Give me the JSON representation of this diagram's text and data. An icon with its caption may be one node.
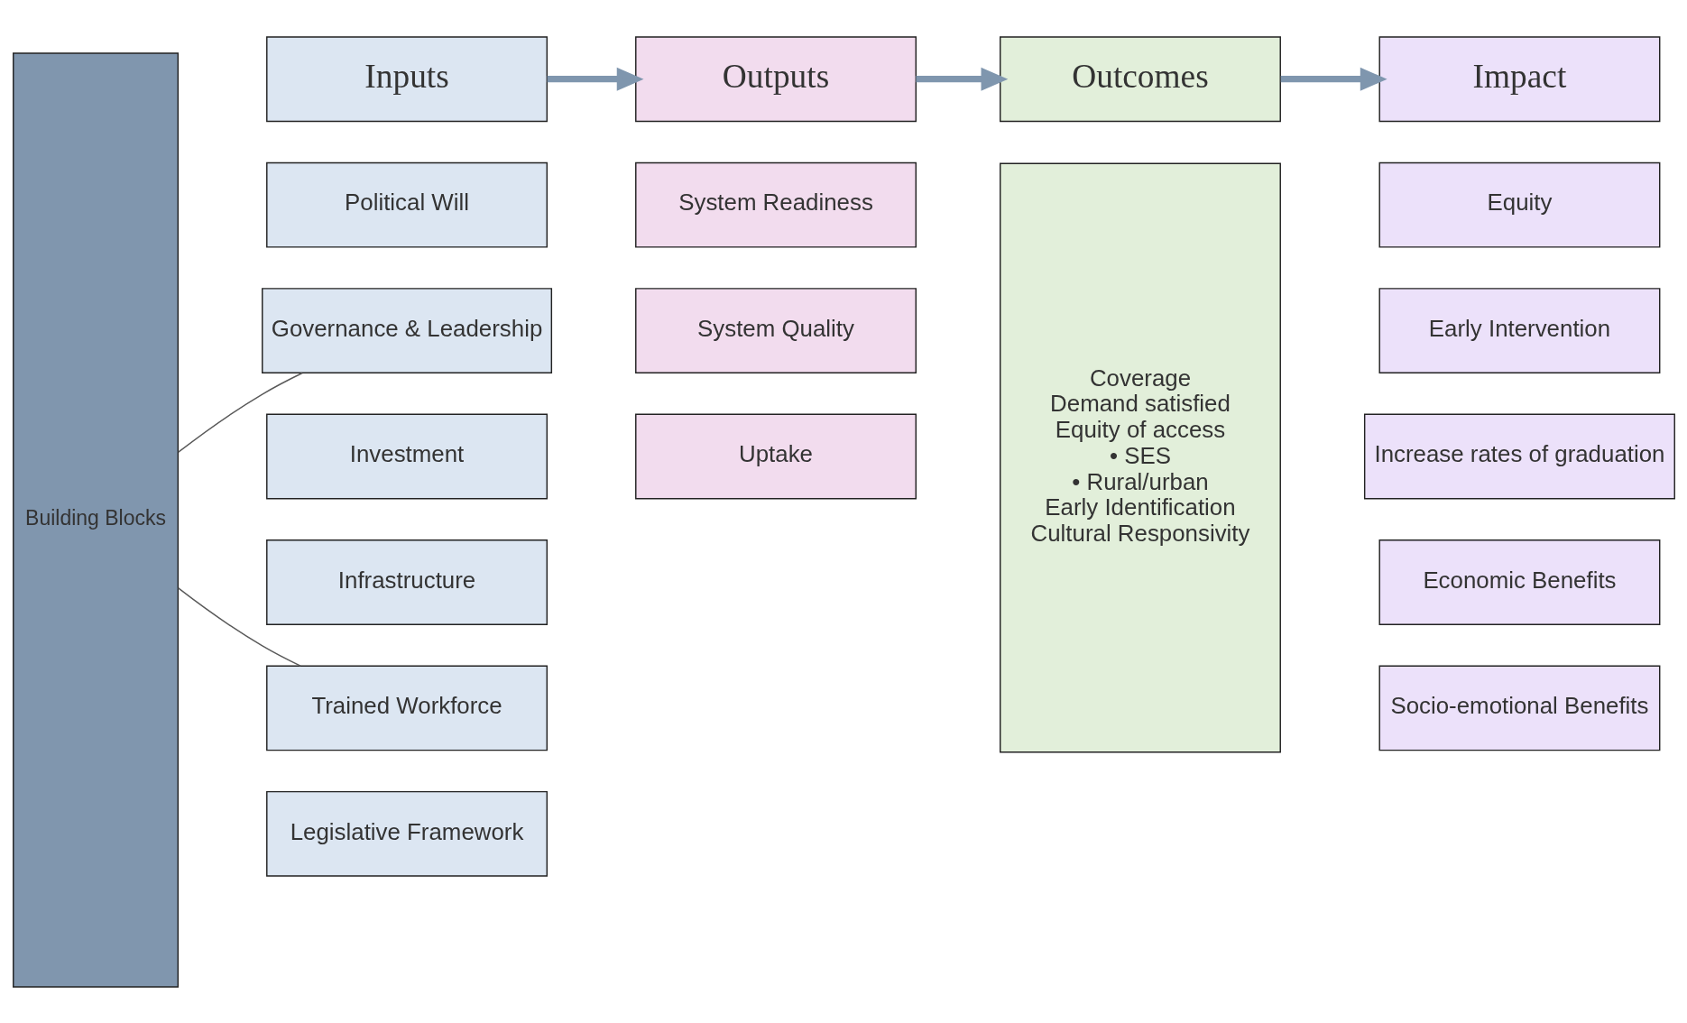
{
  "diagram": {
    "nodes": [
      {
        "text": [
          "Building Blocks"
        ]
      },
      {
        "text": [
          "Inputs"
        ]
      },
      {
        "text": [
          "Outputs"
        ]
      },
      {
        "text": [
          "Outcomes"
        ]
      },
      {
        "text": [
          "Impact"
        ]
      },
      {
        "text": [
          "Political Will"
        ]
      },
      {
        "text": [
          "Governance & Leadership"
        ]
      },
      {
        "text": [
          "Investment"
        ]
      },
      {
        "text": [
          "Infrastructure"
        ]
      },
      {
        "text": [
          "Trained Workforce"
        ]
      },
      {
        "text": [
          "Legislative Framework"
        ]
      },
      {
        "text": [
          "System Readiness"
        ]
      },
      {
        "text": [
          "System Quality"
        ]
      },
      {
        "text": [
          "Uptake"
        ]
      },
      {
        "text": [
          "Coverage",
          "Demand satisfied",
          "Equity of access",
          "• SES",
          "• Rural/urban",
          "Early Identification",
          "Cultural Responsivity"
        ]
      },
      {
        "text": [
          "Equity"
        ]
      },
      {
        "text": [
          "Early Intervention"
        ]
      },
      {
        "text": [
          "Increase rates of graduation"
        ]
      },
      {
        "text": [
          "Economic Benefits"
        ]
      },
      {
        "text": [
          "Socio-emotional Benefits"
        ]
      }
    ],
    "edges": [
      {
        "from": 1,
        "to": 2,
        "arrow": "to"
      },
      {
        "from": 2,
        "to": 3,
        "arrow": "to"
      },
      {
        "from": 3,
        "to": 4,
        "arrow": "to"
      },
      {
        "from": 0,
        "to": 6,
        "arrow": "none",
        "color": "#595959"
      },
      {
        "from": 0,
        "to": 9,
        "arrow": "none",
        "color": "#595959"
      }
    ]
  }
}
